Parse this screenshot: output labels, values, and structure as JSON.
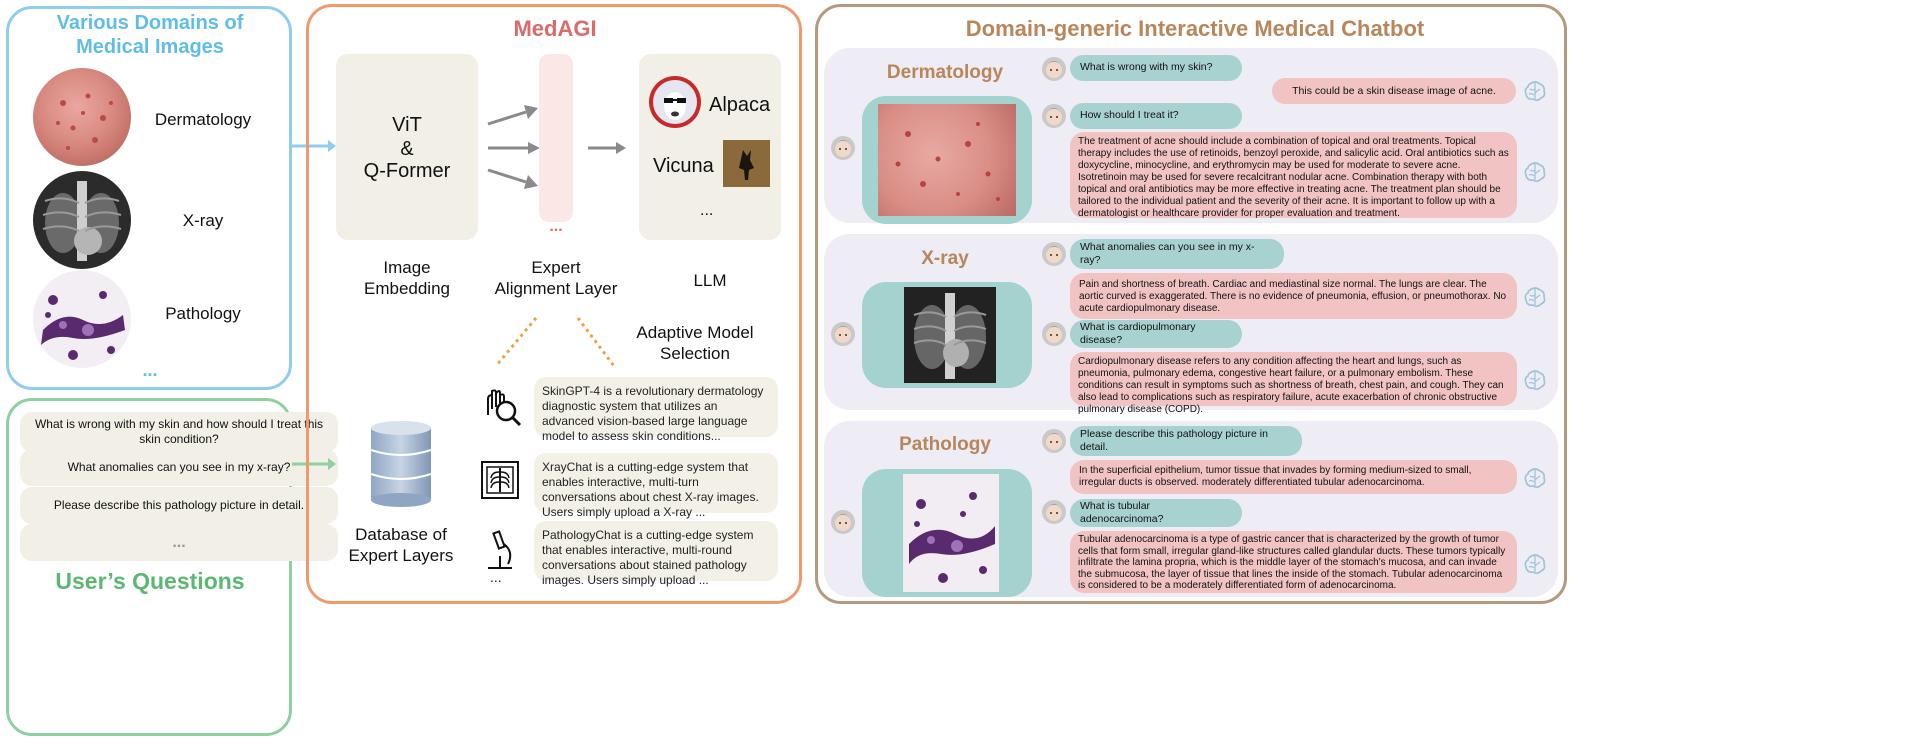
{
  "left": {
    "title": "Various Domains of Medical Images",
    "title_line1": "Various Domains of",
    "title_line2": "Medical Images",
    "domains": [
      "Dermatology",
      "X-ray",
      "Pathology"
    ],
    "more": "...",
    "questions_title": "User’s Questions",
    "questions": [
      "What is wrong with my skin and how should I treat this skin condition?",
      "What anomalies can you see in my x-ray?",
      "Please describe this pathology picture in detail.",
      "..."
    ]
  },
  "medagi": {
    "title": "MedAGI",
    "encoder_line1": "ViT",
    "encoder_line2": "&",
    "encoder_line3": "Q-Former",
    "image_embedding": "Image\nEmbedding",
    "image_embedding_l1": "Image",
    "image_embedding_l2": "Embedding",
    "expert_l1": "Expert",
    "expert_l2": "Alignment Layer",
    "expert_dots": "...",
    "llm_label": "LLM",
    "llm_options": [
      "Alpaca",
      "Vicuna"
    ],
    "llm_more": "...",
    "adaptive_l1": "Adaptive Model",
    "adaptive_l2": "Selection",
    "db_l1": "Database of",
    "db_l2": "Expert Layers",
    "experts": [
      "SkinGPT-4 is a revolutionary dermatology diagnostic system that utilizes an advanced vision-based large language model to assess skin conditions...",
      "XrayChat is a cutting-edge system that enables interactive, multi-turn conversations about chest X-ray images. Users simply upload a X-ray ...",
      "PathologyChat is a cutting-edge system that enables interactive, multi-round conversations about stained pathology images. Users simply upload ..."
    ],
    "experts_more": "..."
  },
  "chatbot": {
    "title": "Domain-generic Interactive Medical Chatbot",
    "sections": [
      {
        "name": "Dermatology",
        "q1": "What is wrong with my skin?",
        "a1": "This could be a skin disease image of acne.",
        "q2": "How should I treat it?",
        "a2": "The treatment of acne should include a combination of topical and oral treatments. Topical therapy includes the use of retinoids, benzoyl peroxide, and salicylic acid. Oral antibiotics such as doxycycline, minocycline, and erythromycin may be used for moderate to severe acne. Isotretinoin may be used for severe recalcitrant nodular acne. Combination therapy with both topical and oral antibiotics may be more effective in treating acne. The treatment plan should be tailored to the individual patient and the severity of their acne. It is important to follow up with a dermatologist or healthcare provider for proper evaluation and treatment."
      },
      {
        "name": "X-ray",
        "q1": "What anomalies can you see in my x-ray?",
        "a1": "Pain and shortness of breath. Cardiac and mediastinal size normal. The lungs are clear. The aortic curved is exaggerated. There is no evidence of pneumonia, effusion, or pneumothorax. No acute cardiopulmonary disease.",
        "q2": "What is cardiopulmonary disease?",
        "a2": "Cardiopulmonary disease refers to any condition affecting the heart and lungs, such as pneumonia, pulmonary edema, congestive heart failure, or a pulmonary embolism. These conditions can result in symptoms such as shortness of breath, chest pain, and cough. They can also lead to complications such as respiratory failure, acute exacerbation of chronic obstructive pulmonary disease (COPD)."
      },
      {
        "name": "Pathology",
        "q1": "Please describe this pathology picture in detail.",
        "a1": "In the superficial epithelium, tumor tissue that invades by forming medium-sized to small, irregular ducts is observed. moderately differentiated tubular adenocarcinoma.",
        "q2": "What is tubular adenocarcinoma?",
        "a2": "Tubular adenocarcinoma is a type of gastric cancer that is characterized by the growth of tumor cells that form small, irregular gland-like structures called glandular ducts. These tumors typically infiltrate the lamina propria, which is the middle layer of the stomach's mucosa, and can invade the submucosa, the layer of tissue that lines the inside of the stomach. Tubular adenocarcinoma is considered to be a moderately differentiated form of adenocarcinoma."
      }
    ]
  },
  "colors": {
    "blue": "#8fcdec",
    "green": "#8fcfa0",
    "orange": "#ef9a6e",
    "brown": "#b39a7f",
    "medagi_red": "#d96b68",
    "chat_title": "#b8865b",
    "question_bg": "#a8d2cf",
    "answer_bg": "#f1c4c3"
  }
}
